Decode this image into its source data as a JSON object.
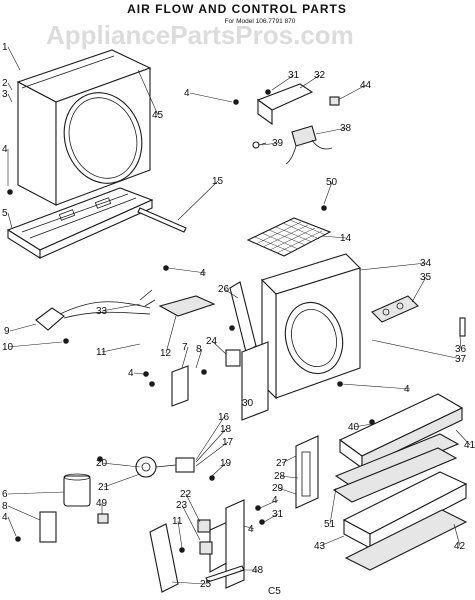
{
  "title": "AIR FLOW AND CONTROL PARTS",
  "subtitle": "For Model 106.7791 870",
  "watermark": "AppliancePartsPros.com",
  "footer_code": "C5",
  "callouts": [
    {
      "id": "c1",
      "text": "1"
    },
    {
      "id": "c2",
      "text": "2"
    },
    {
      "id": "c3",
      "text": "3"
    },
    {
      "id": "c4a",
      "text": "4"
    },
    {
      "id": "c5",
      "text": "5"
    },
    {
      "id": "c45",
      "text": "45"
    },
    {
      "id": "c4b",
      "text": "4"
    },
    {
      "id": "c31a",
      "text": "31"
    },
    {
      "id": "c32",
      "text": "32"
    },
    {
      "id": "c44",
      "text": "44"
    },
    {
      "id": "c38",
      "text": "38"
    },
    {
      "id": "c39",
      "text": "39"
    },
    {
      "id": "c15",
      "text": "15"
    },
    {
      "id": "c50",
      "text": "50"
    },
    {
      "id": "c14",
      "text": "14"
    },
    {
      "id": "c4c",
      "text": "4"
    },
    {
      "id": "c34",
      "text": "34"
    },
    {
      "id": "c35",
      "text": "35"
    },
    {
      "id": "c26",
      "text": "26"
    },
    {
      "id": "c33",
      "text": "33"
    },
    {
      "id": "c9",
      "text": "9"
    },
    {
      "id": "c10",
      "text": "10"
    },
    {
      "id": "c11a",
      "text": "11"
    },
    {
      "id": "c12",
      "text": "12"
    },
    {
      "id": "c7",
      "text": "7"
    },
    {
      "id": "c8",
      "text": "8"
    },
    {
      "id": "c24",
      "text": "24"
    },
    {
      "id": "c36",
      "text": "36"
    },
    {
      "id": "c37",
      "text": "37"
    },
    {
      "id": "c4d",
      "text": "4"
    },
    {
      "id": "c30",
      "text": "30"
    },
    {
      "id": "c4e",
      "text": "4"
    },
    {
      "id": "c40",
      "text": "40"
    },
    {
      "id": "c41",
      "text": "41"
    },
    {
      "id": "c16",
      "text": "16"
    },
    {
      "id": "c18",
      "text": "18"
    },
    {
      "id": "c17",
      "text": "17"
    },
    {
      "id": "c19",
      "text": "19"
    },
    {
      "id": "c20",
      "text": "20"
    },
    {
      "id": "c27",
      "text": "27"
    },
    {
      "id": "c28",
      "text": "28"
    },
    {
      "id": "c29",
      "text": "29"
    },
    {
      "id": "c4f",
      "text": "4"
    },
    {
      "id": "c31b",
      "text": "31"
    },
    {
      "id": "c21",
      "text": "21"
    },
    {
      "id": "c6",
      "text": "6"
    },
    {
      "id": "c8b",
      "text": "8"
    },
    {
      "id": "c4g",
      "text": "4"
    },
    {
      "id": "c49",
      "text": "49"
    },
    {
      "id": "c22",
      "text": "22"
    },
    {
      "id": "c23",
      "text": "23"
    },
    {
      "id": "c11b",
      "text": "11"
    },
    {
      "id": "c51",
      "text": "51"
    },
    {
      "id": "c43",
      "text": "43"
    },
    {
      "id": "c42",
      "text": "42"
    },
    {
      "id": "c48",
      "text": "48"
    },
    {
      "id": "c25",
      "text": "25"
    },
    {
      "id": "c4h",
      "text": "4"
    }
  ]
}
